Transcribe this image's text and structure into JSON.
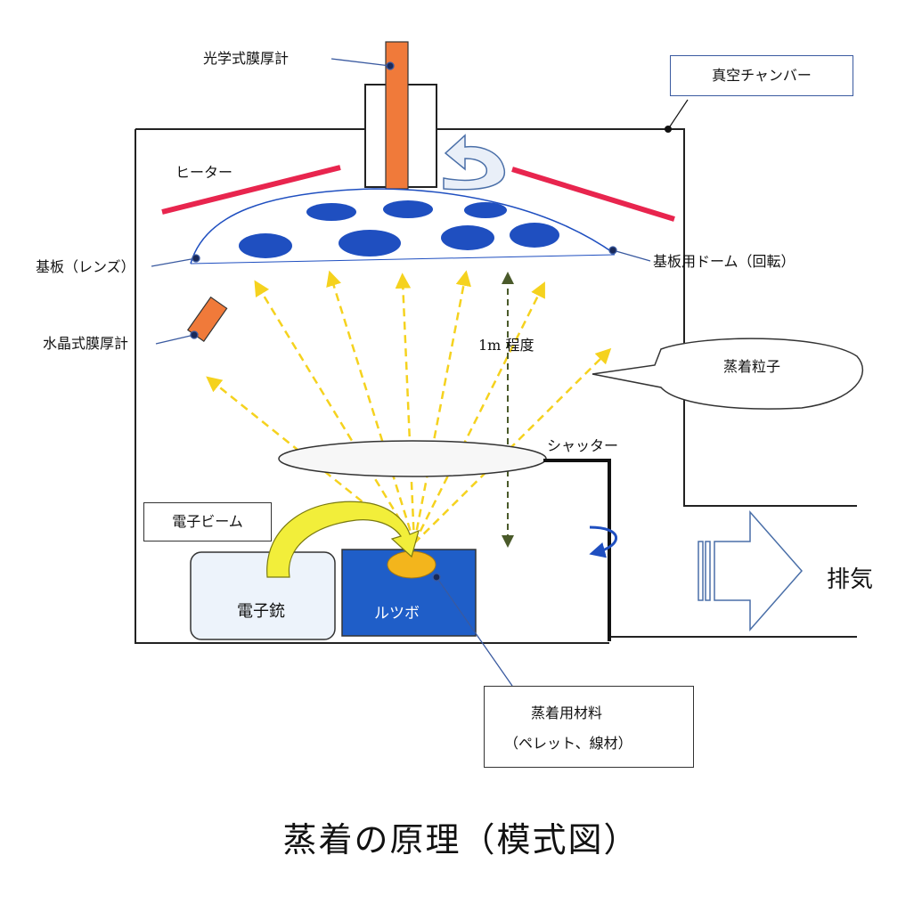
{
  "labels": {
    "optical_monitor": "光学式膜厚計",
    "vacuum_chamber": "真空チャンバー",
    "heater": "ヒーター",
    "substrate": "基板（レンズ）",
    "dome": "基板用ドーム（回転）",
    "crystal_monitor": "水晶式膜厚計",
    "distance": "1m 程度",
    "particles": "蒸着粒子",
    "shutter": "シャッター",
    "electron_beam": "電子ビーム",
    "electron_gun": "電子銃",
    "crucible": "ルツボ",
    "exhaust": "排気",
    "material_line1": "蒸着用材料",
    "material_line2": "（ペレット、線材）"
  },
  "title": "蒸着の原理（模式図）",
  "colors": {
    "heater": "#e8254e",
    "monitor": "#f07a3a",
    "substrate": "#1f4fc0",
    "crucible": "#1f5ec8",
    "particles": "#f5d21e",
    "material": "#f3b51c",
    "beam": "#f2ee3a",
    "gun": "#edf3fb",
    "callout_line": "#3a5aa0",
    "distance_arrow": "#4a5a2a"
  }
}
